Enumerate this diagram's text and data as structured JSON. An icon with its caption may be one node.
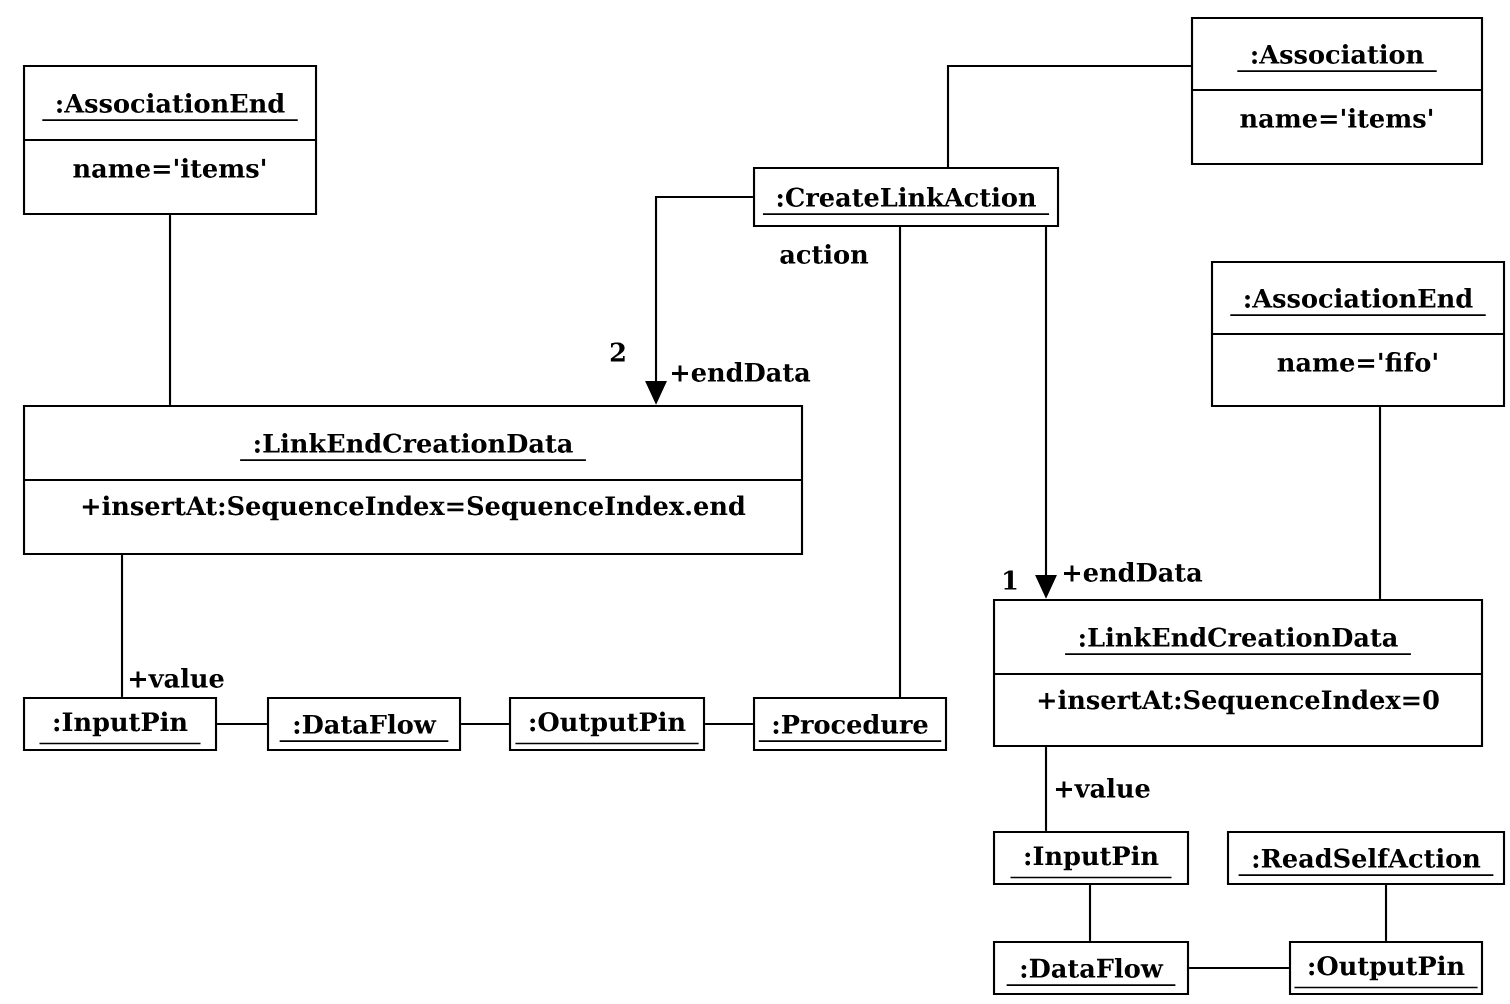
{
  "diagram": {
    "nodes": [
      {
        "text": [
          ":AssociationEnd",
          "name='items'"
        ]
      },
      {
        "text": [
          ":Association",
          "name='items'"
        ]
      },
      {
        "text": [
          ":CreateLinkAction"
        ]
      },
      {
        "text": [
          ":LinkEndCreationData",
          "+insertAt:SequenceIndex=SequenceIndex.end"
        ]
      },
      {
        "text": [
          ":AssociationEnd",
          "name='fifo'"
        ]
      },
      {
        "text": [
          ":LinkEndCreationData",
          "+insertAt:SequenceIndex=0"
        ]
      },
      {
        "text": [
          ":InputPin"
        ]
      },
      {
        "text": [
          ":DataFlow"
        ]
      },
      {
        "text": [
          ":OutputPin"
        ]
      },
      {
        "text": [
          ":Procedure"
        ]
      },
      {
        "text": [
          ":InputPin"
        ]
      },
      {
        "text": [
          ":ReadSelfAction"
        ]
      },
      {
        "text": [
          ":DataFlow"
        ]
      },
      {
        "text": [
          ":OutputPin"
        ]
      }
    ],
    "edges": [
      {
        "from": 0,
        "to": 3,
        "arrow": "none"
      },
      {
        "from": 2,
        "to": 3,
        "arrow": "to",
        "label": "+endData"
      },
      {
        "from": 2,
        "to": 5,
        "arrow": "to",
        "label": "+endData"
      },
      {
        "from": 2,
        "to": 1,
        "arrow": "none"
      },
      {
        "from": 2,
        "to": 9,
        "arrow": "none",
        "label": "action"
      },
      {
        "from": 3,
        "to": 6,
        "arrow": "none",
        "label": "+value"
      },
      {
        "from": 6,
        "to": 7,
        "arrow": "none"
      },
      {
        "from": 7,
        "to": 8,
        "arrow": "none"
      },
      {
        "from": 8,
        "to": 9,
        "arrow": "none"
      },
      {
        "from": 4,
        "to": 5,
        "arrow": "none"
      },
      {
        "from": 5,
        "to": 10,
        "arrow": "none",
        "label": "+value"
      },
      {
        "from": 10,
        "to": 12,
        "arrow": "none"
      },
      {
        "from": 12,
        "to": 13,
        "arrow": "none"
      },
      {
        "from": 11,
        "to": 13,
        "arrow": "none"
      }
    ],
    "labels": [
      "2",
      "1"
    ]
  }
}
